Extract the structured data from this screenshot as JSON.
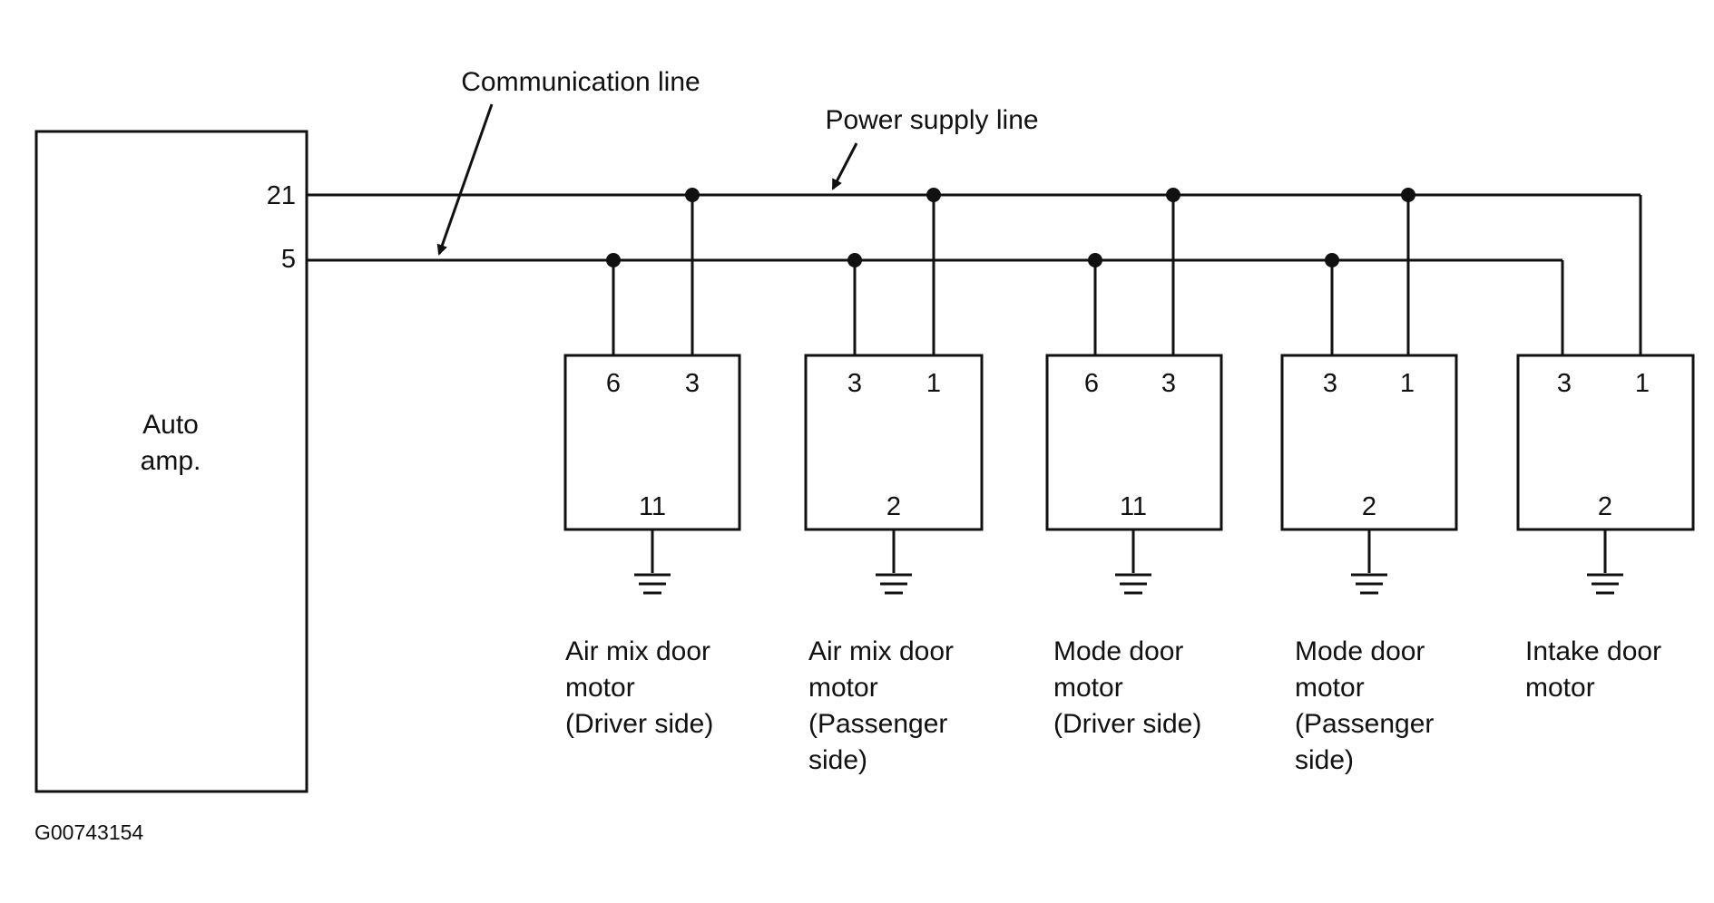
{
  "auto_amp": {
    "label_lines": [
      "Auto",
      "amp."
    ],
    "terminal_power": "21",
    "terminal_comm": "5"
  },
  "callouts": {
    "communication_line": "Communication line",
    "power_supply_line": "Power supply line"
  },
  "motors": [
    {
      "comm_pin": "6",
      "power_pin": "3",
      "ground_pin": "11",
      "label_lines": [
        "Air mix door",
        "motor",
        "(Driver side)"
      ]
    },
    {
      "comm_pin": "3",
      "power_pin": "1",
      "ground_pin": "2",
      "label_lines": [
        "Air mix door",
        "motor",
        "(Passenger",
        "side)"
      ]
    },
    {
      "comm_pin": "6",
      "power_pin": "3",
      "ground_pin": "11",
      "label_lines": [
        "Mode door",
        "motor",
        "(Driver side)"
      ]
    },
    {
      "comm_pin": "3",
      "power_pin": "1",
      "ground_pin": "2",
      "label_lines": [
        "Mode door",
        "motor",
        "(Passenger",
        "side)"
      ]
    },
    {
      "comm_pin": "3",
      "power_pin": "1",
      "ground_pin": "2",
      "label_lines": [
        "Intake door",
        "motor"
      ]
    }
  ],
  "figure_code": "G00743154"
}
